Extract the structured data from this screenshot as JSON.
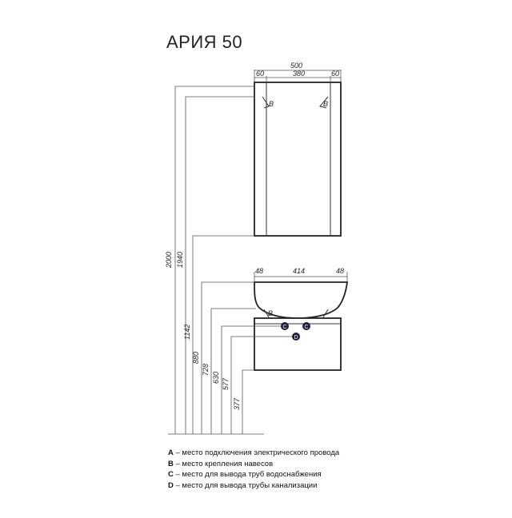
{
  "title": "АРИЯ 50",
  "cabinet_dims": {
    "total": "500",
    "side_left": "60",
    "inner": "380",
    "side_right": "60"
  },
  "sink_dims": {
    "side_left": "48",
    "inner": "414",
    "side_right": "48"
  },
  "heights": {
    "h2000": "2000",
    "h1940": "1940",
    "h1142": "1142",
    "h880": "880",
    "h728": "728",
    "h630": "630",
    "h577": "577",
    "h377": "377"
  },
  "markers": {
    "b1": "B",
    "b2": "B",
    "b3": "B",
    "c1": "C",
    "c2": "C",
    "d": "D"
  },
  "legend": [
    {
      "key": "A",
      "text": " – место подключения электрического провода"
    },
    {
      "key": "B",
      "text": " – место крепления навесов"
    },
    {
      "key": "C",
      "text": " – место для вывода труб водоснабжения"
    },
    {
      "key": "D",
      "text": " – место для вывода трубы канализации"
    }
  ]
}
